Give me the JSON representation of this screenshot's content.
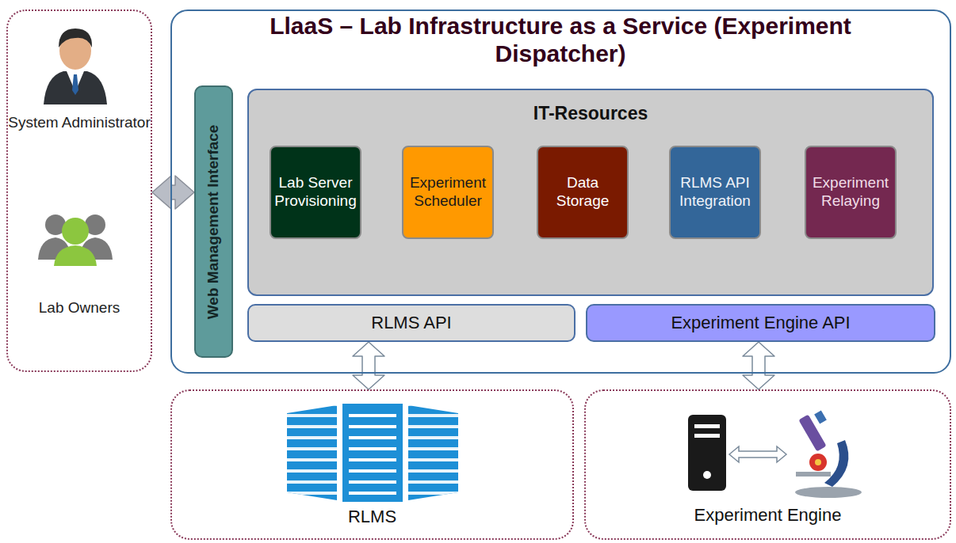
{
  "diagram": {
    "nodes": [
      {
        "text": [
          "System Administrator",
          "Lab Owners"
        ]
      },
      {
        "text": [
          "LlaaS – Lab Infrastructure as a Service (Experiment Dispatcher)"
        ]
      },
      {
        "text": [
          "Web Management Interface"
        ],
        "in": 1
      },
      {
        "text": [
          "IT-Resources"
        ],
        "in": 1
      },
      {
        "text": [
          "Lab Server Provisioning"
        ],
        "in": 3
      },
      {
        "text": [
          "Experiment Scheduler"
        ],
        "in": 3
      },
      {
        "text": [
          "Data Storage"
        ],
        "in": 3
      },
      {
        "text": [
          "RLMS API Integration"
        ],
        "in": 3
      },
      {
        "text": [
          "Experiment Relaying"
        ],
        "in": 3
      },
      {
        "text": [
          "RLMS API"
        ],
        "in": 1
      },
      {
        "text": [
          "Experiment Engine API"
        ],
        "in": 1
      },
      {
        "text": [
          "RLMS"
        ]
      },
      {
        "text": [
          "Experiment Engine"
        ]
      }
    ],
    "edges": [
      {
        "from": 0,
        "to": 2,
        "arrow": "both"
      },
      {
        "from": 9,
        "to": 11,
        "arrow": "both"
      },
      {
        "from": 10,
        "to": 12,
        "arrow": "both"
      }
    ]
  }
}
